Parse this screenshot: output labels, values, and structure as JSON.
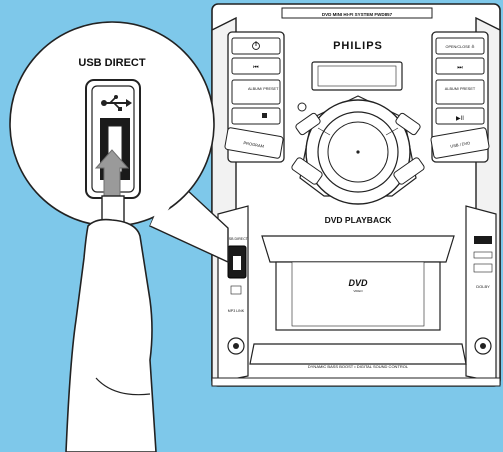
{
  "background_color": "#7ec8ea",
  "device": {
    "model_caption": "DVD MINI HI-FI SYSTEM FWD857",
    "brand": "PHILIPS",
    "playback_label": "DVD PLAYBACK",
    "bottom_caption": "DYNAMIC BASS BOOST • DIGITAL SOUND CONTROL",
    "left_panel": {
      "power_icon": "power-icon",
      "prev_icon": "skip-back-icon",
      "album_preset_label": "ALBUM/ PRESET",
      "stop_icon": "stop-icon",
      "program_label": "PROGRAM",
      "usb_direct_label": "USB DIRECT",
      "mp3_link_label": "MP3 LINK"
    },
    "right_panel": {
      "open_close_label": "OPEN/CLOSE ≜",
      "next_icon": "skip-forward-icon",
      "album_preset_label": "ALBUM/ PRESET",
      "play_pause_icon": "play-pause-icon",
      "usb_dvd_label": "USB / DVD",
      "logo_dolby": "DOLBY"
    },
    "dvd_logo": "DVD",
    "dvd_logo_sub": "VIDEO"
  },
  "callout": {
    "title": "USB DIRECT",
    "usb_symbol": "usb-icon",
    "arrow": "arrow-up-icon"
  }
}
